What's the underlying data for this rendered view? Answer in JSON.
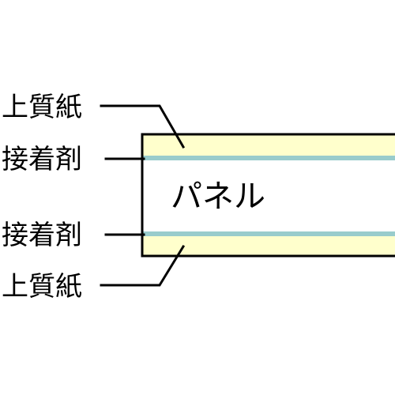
{
  "labels": {
    "top_paper": "上質紙",
    "top_adhesive": "接着剤",
    "panel": "パネル",
    "bottom_adhesive": "接着剤",
    "bottom_paper": "上質紙"
  },
  "colors": {
    "paper": "#ffffcc",
    "adhesive": "#99cccc",
    "panel": "#ffffff",
    "line": "#000000"
  }
}
